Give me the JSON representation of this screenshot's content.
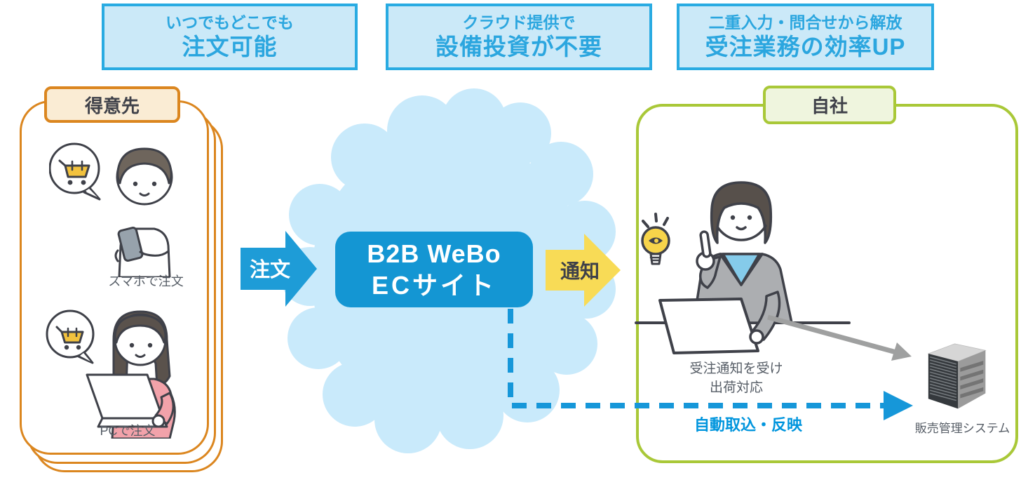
{
  "badges": [
    {
      "line1": "いつでもどこでも",
      "line2": "注文可能"
    },
    {
      "line1": "クラウド提供で",
      "line2": "設備投資が不要"
    },
    {
      "line1": "二重入力・問合せから解放",
      "line2": "受注業務の効率UP"
    }
  ],
  "customer": {
    "label": "得意先",
    "smartphone_caption": "スマホで注文",
    "pc_caption": "PCで注文"
  },
  "service": {
    "name_line1": "B2B WeBo",
    "name_line2": "ECサイト"
  },
  "flow": {
    "order": "注文",
    "notify": "通知",
    "auto": "自動取込・反映"
  },
  "company": {
    "label": "自社",
    "clerk_line1": "受注通知を受け",
    "clerk_line2": "出荷対応",
    "system": "販売管理システム"
  },
  "icons": {
    "cart": "shopping-cart-in-speech-bubble",
    "lightbulb": "idea-lightbulb",
    "server": "server-tower",
    "cloud": "cloud-service-shape"
  },
  "colors": {
    "badge_border": "#29ABE2",
    "badge_bg": "#CBE9F8",
    "badge_text": "#2BA6DF",
    "cloud": "#C9EAFB",
    "service_box": "#1496D3",
    "order_arrow": "#1E9CD7",
    "notify_arrow": "#F8DB56",
    "dashed_arrow": "#1697D9",
    "auto_text": "#0095DD",
    "customer_border": "#DB861F",
    "customer_label_bg": "#FAECD4",
    "company_border": "#A9C838",
    "company_label_bg": "#EFF5DE",
    "text_dark": "#3F4149",
    "text_gray": "#565D66",
    "gray_arrow": "#9FA0A0"
  }
}
